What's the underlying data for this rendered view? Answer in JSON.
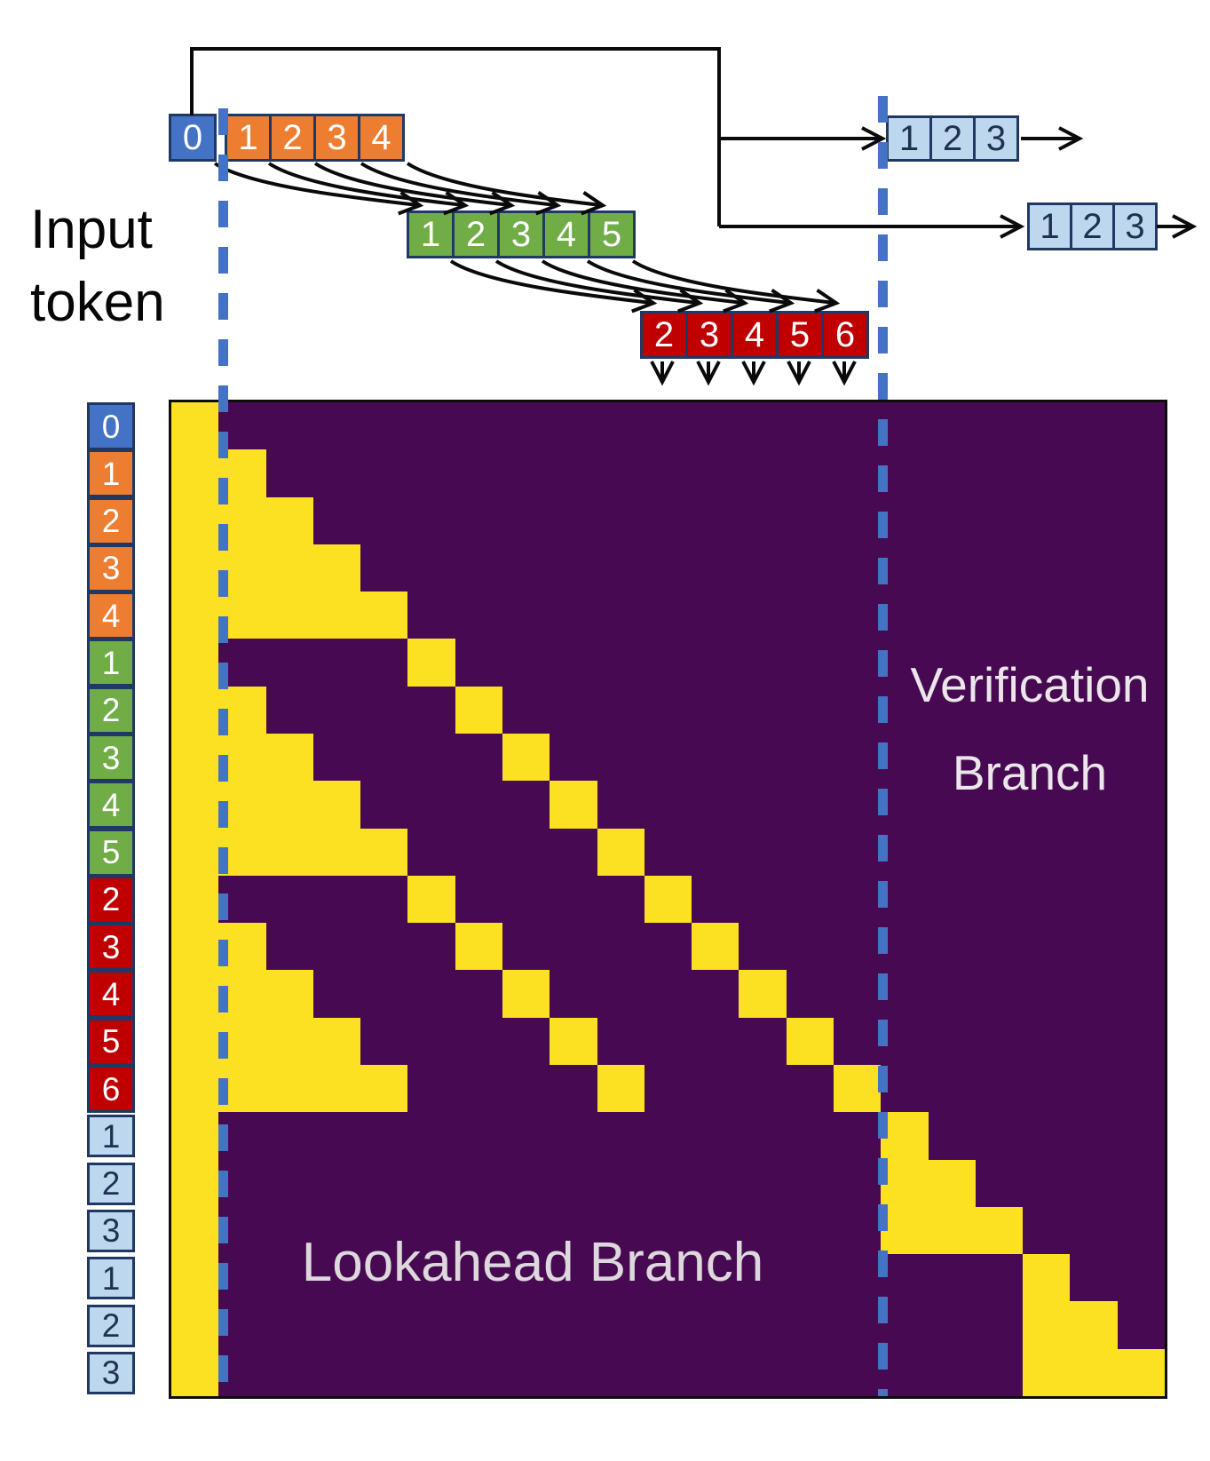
{
  "labels": {
    "input_token": "Input token",
    "verification_branch": "Verification Branch",
    "lookahead_branch": "Lookahead Branch"
  },
  "colors": {
    "mask_purple": "#470952",
    "mask_yellow": "#FBE122",
    "token_blue": "#4472C4",
    "token_orange": "#ED7D31",
    "token_green": "#70AD47",
    "token_red": "#C00000",
    "token_lightblue": "#BDD7EE",
    "border_navy": "#1F3864",
    "divider_blue": "#4472C4",
    "arrow_black": "#0a0a0a"
  },
  "top_token_rows": {
    "prompt": {
      "color": "blue",
      "tokens": [
        "0"
      ]
    },
    "window_step0": {
      "color": "orange",
      "tokens": [
        "1",
        "2",
        "3",
        "4"
      ]
    },
    "window_step1": {
      "color": "green",
      "tokens": [
        "1",
        "2",
        "3",
        "4",
        "5"
      ]
    },
    "window_step2": {
      "color": "red",
      "tokens": [
        "2",
        "3",
        "4",
        "5",
        "6"
      ]
    },
    "ngram_candidate_1": {
      "color": "lightblue",
      "tokens": [
        "1",
        "2",
        "3"
      ]
    },
    "ngram_candidate_2": {
      "color": "lightblue",
      "tokens": [
        "1",
        "2",
        "3"
      ]
    }
  },
  "left_tokens": [
    {
      "label": "0",
      "color": "blue"
    },
    {
      "label": "1",
      "color": "orange"
    },
    {
      "label": "2",
      "color": "orange"
    },
    {
      "label": "3",
      "color": "orange"
    },
    {
      "label": "4",
      "color": "orange"
    },
    {
      "label": "1",
      "color": "green"
    },
    {
      "label": "2",
      "color": "green"
    },
    {
      "label": "3",
      "color": "green"
    },
    {
      "label": "4",
      "color": "green"
    },
    {
      "label": "5",
      "color": "green"
    },
    {
      "label": "2",
      "color": "red"
    },
    {
      "label": "3",
      "color": "red"
    },
    {
      "label": "4",
      "color": "red"
    },
    {
      "label": "5",
      "color": "red"
    },
    {
      "label": "6",
      "color": "red"
    },
    {
      "label": "1",
      "color": "lightblue"
    },
    {
      "label": "2",
      "color": "lightblue"
    },
    {
      "label": "3",
      "color": "lightblue"
    },
    {
      "label": "1",
      "color": "lightblue"
    },
    {
      "label": "2",
      "color": "lightblue"
    },
    {
      "label": "3",
      "color": "lightblue"
    }
  ],
  "matrix": {
    "rows": 21,
    "cols": 21,
    "attend": [
      [
        0
      ],
      [
        0,
        1
      ],
      [
        0,
        1,
        2
      ],
      [
        0,
        1,
        2,
        3
      ],
      [
        0,
        1,
        2,
        3,
        4
      ],
      [
        0,
        5
      ],
      [
        0,
        1,
        6
      ],
      [
        0,
        1,
        2,
        7
      ],
      [
        0,
        1,
        2,
        3,
        8
      ],
      [
        0,
        1,
        2,
        3,
        4,
        9
      ],
      [
        0,
        5,
        10
      ],
      [
        0,
        1,
        6,
        11
      ],
      [
        0,
        1,
        2,
        7,
        12
      ],
      [
        0,
        1,
        2,
        3,
        8,
        13
      ],
      [
        0,
        1,
        2,
        3,
        4,
        9,
        14
      ],
      [
        0,
        15
      ],
      [
        0,
        15,
        16
      ],
      [
        0,
        15,
        16,
        17
      ],
      [
        0,
        18
      ],
      [
        0,
        18,
        19
      ],
      [
        0,
        18,
        19,
        20
      ]
    ]
  }
}
